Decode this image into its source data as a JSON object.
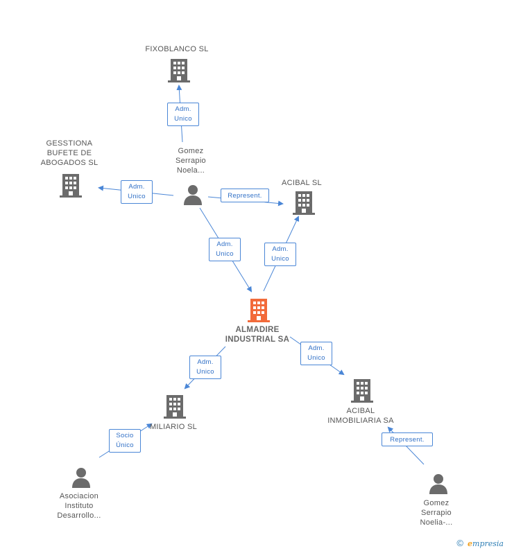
{
  "colors": {
    "edge": "#4a86d6",
    "node_gray": "#6b6b6b",
    "node_center": "#f26a3a"
  },
  "nodes": {
    "fixoblanco": "FIXOBLANCO SL",
    "gesstiona": "GESSTIONA\nBUFETE DE\nABOGADOS  SL",
    "gomez1": "Gomez\nSerrapio\nNoela...",
    "acibal_sl": "ACIBAL SL",
    "almadire": "ALMADIRE\nINDUSTRIAL SA",
    "miliario": "MILIARIO SL",
    "acibal_inm": "ACIBAL\nINMOBILIARIA SA",
    "asociacion": "Asociacion\nInstituto\nDesarrollo...",
    "gomez2": "Gomez\nSerrapio\nNoelia-..."
  },
  "edges": {
    "e_fixo": "Adm.\nUnico",
    "e_gess": "Adm.\nUnico",
    "e_repr1": "Represent.",
    "e_gomez_alm": "Adm.\nUnico",
    "e_alm_acibal": "Adm.\nUnico",
    "e_alm_mil": "Adm.\nUnico",
    "e_alm_inm": "Adm.\nUnico",
    "e_socio": "Socio\nÚnico",
    "e_repr2": "Represent."
  },
  "footer": {
    "copyright": "©",
    "brand_first": "e",
    "brand_rest": "mpresia"
  }
}
